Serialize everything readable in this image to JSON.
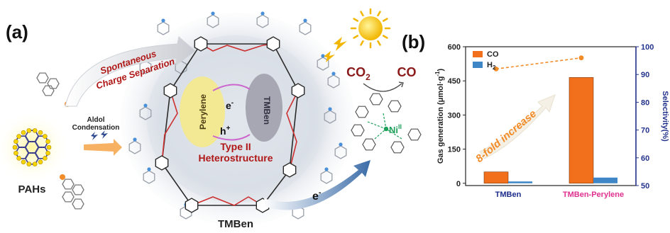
{
  "panel_a": {
    "label": "(a)",
    "pahs_label": "PAHs",
    "aldol_line1": "Aldol",
    "aldol_line2": "Condensation",
    "spontaneous_line1": "Spontaneous",
    "spontaneous_line2": "Charge Separation",
    "perylene_label": "Perylene",
    "tmben_inner_label": "TMBen",
    "electron_label": "e",
    "electron_sup": "-",
    "hole_label": "h",
    "hole_sup": "+",
    "type_line1": "Type II",
    "type_line2": "Heterostructure",
    "tmben_bottom_label": "TMBen",
    "co2_label": "CO",
    "co2_sub": "2",
    "co_label": "CO",
    "ni_label": "Ni",
    "ni_sup": "II",
    "electron2_label": "e",
    "electron2_sup": "-",
    "colors": {
      "red_text": "#b01818",
      "perylene_fill": "#f3e37a",
      "tmben_fill": "#9a9aa8",
      "ni_green": "#1fa05a",
      "pah_yellow": "#f5d400",
      "sun": "#f5c400"
    }
  },
  "panel_b": {
    "label": "(b)",
    "annotation": "8-fold increase",
    "chart_data": {
      "type": "bar",
      "categories": [
        "TMBen",
        "TMBen-Perylene"
      ],
      "series": [
        {
          "name": "CO",
          "values": [
            50,
            465
          ],
          "color": "#f26f1c"
        },
        {
          "name": "H",
          "name_sub": "2",
          "values": [
            8,
            25
          ],
          "color": "#3f86c6"
        }
      ],
      "ylabel": "Gas generation (μmol·g",
      "ylabel_sup": "-1",
      "ylabel_tail": ")",
      "ylim": [
        -10,
        600
      ],
      "yticks": [
        0,
        150,
        300,
        450,
        600
      ],
      "y2label": "Selectivity(%)",
      "y2lim": [
        50,
        100
      ],
      "y2ticks": [
        50,
        60,
        70,
        80,
        90,
        100
      ],
      "selectivity": [
        92,
        96
      ],
      "selectivity_color": "#f28c28",
      "legend_position": "top-left",
      "category_colors": [
        "#1d2d8c",
        "#e0318f"
      ]
    }
  }
}
